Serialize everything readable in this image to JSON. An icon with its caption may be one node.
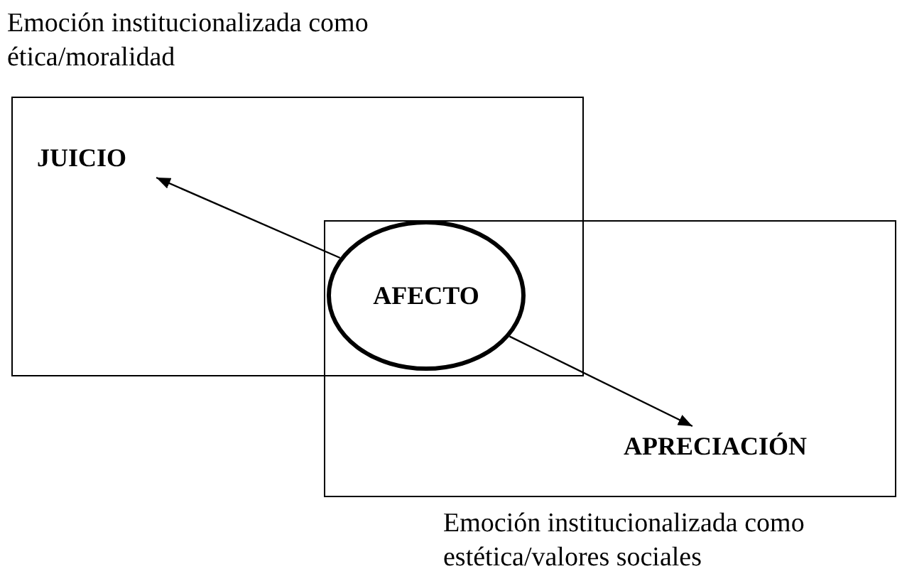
{
  "diagram": {
    "nodes": [
      {
        "text": [
          "Emoción institucionalizada como ética/moralidad"
        ]
      },
      {
        "text": [
          "JUICIO"
        ],
        "in": 0
      },
      {
        "text": [
          "Emoción institucionalizada como estética/valores sociales"
        ]
      },
      {
        "text": [
          "AFECTO"
        ]
      },
      {
        "text": [
          "APRECIACIÓN"
        ],
        "in": 2
      }
    ],
    "edges": [
      {
        "from": 3,
        "to": 1,
        "arrow": "to"
      },
      {
        "from": 3,
        "to": 4,
        "arrow": "to"
      }
    ]
  }
}
